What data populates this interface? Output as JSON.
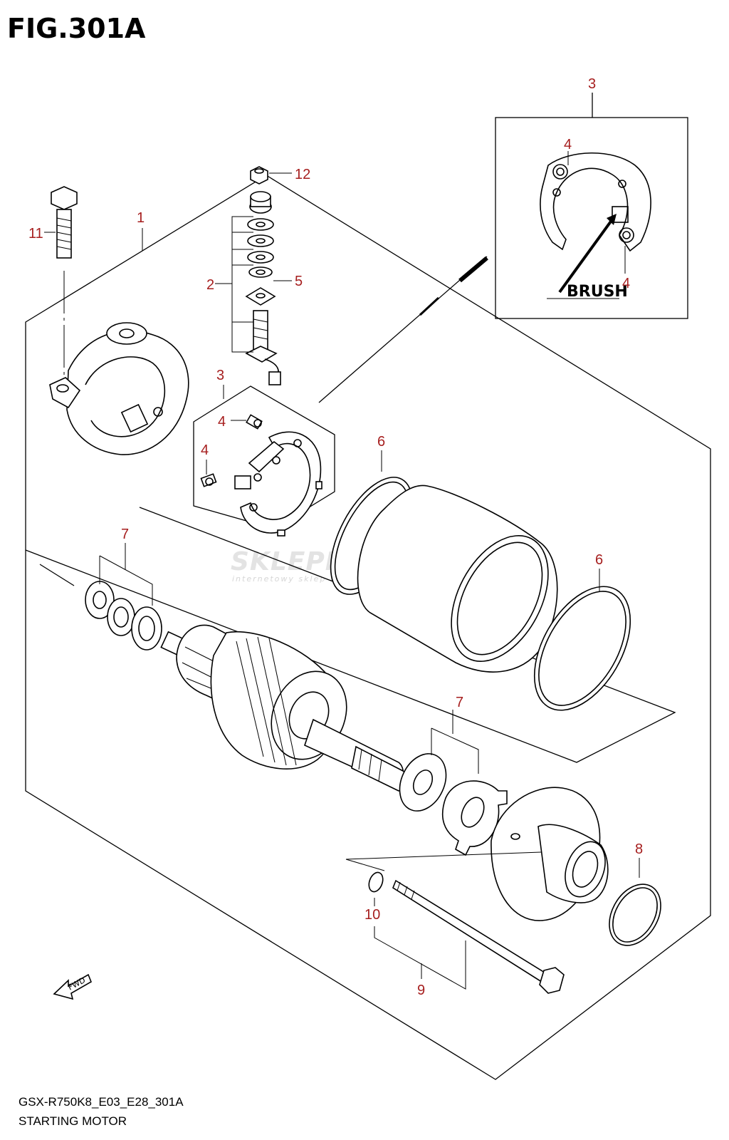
{
  "figure": {
    "title": "FIG.301A",
    "model_code": "GSX-R750K8_E03_E28_301A",
    "caption": "STARTING MOTOR"
  },
  "inset": {
    "brush_label": "BRUSH"
  },
  "direction_label": "FWD",
  "watermark": {
    "text": "SKLEPMOTO46.PL",
    "subtext": "internetowy sklep motocyklowy"
  },
  "callouts": [
    {
      "id": "c1",
      "label": "1"
    },
    {
      "id": "c2",
      "label": "2"
    },
    {
      "id": "c3",
      "label": "3"
    },
    {
      "id": "c3b",
      "label": "3"
    },
    {
      "id": "c4a",
      "label": "4"
    },
    {
      "id": "c4b",
      "label": "4"
    },
    {
      "id": "c4c",
      "label": "4"
    },
    {
      "id": "c4d",
      "label": "4"
    },
    {
      "id": "c5",
      "label": "5"
    },
    {
      "id": "c6a",
      "label": "6"
    },
    {
      "id": "c6b",
      "label": "6"
    },
    {
      "id": "c7a",
      "label": "7"
    },
    {
      "id": "c7b",
      "label": "7"
    },
    {
      "id": "c8",
      "label": "8"
    },
    {
      "id": "c9",
      "label": "9"
    },
    {
      "id": "c10",
      "label": "10"
    },
    {
      "id": "c11",
      "label": "11"
    },
    {
      "id": "c12",
      "label": "12"
    }
  ],
  "colors": {
    "callout": "#a61e1e",
    "line": "#000000",
    "watermark": "#e3e3e3"
  }
}
